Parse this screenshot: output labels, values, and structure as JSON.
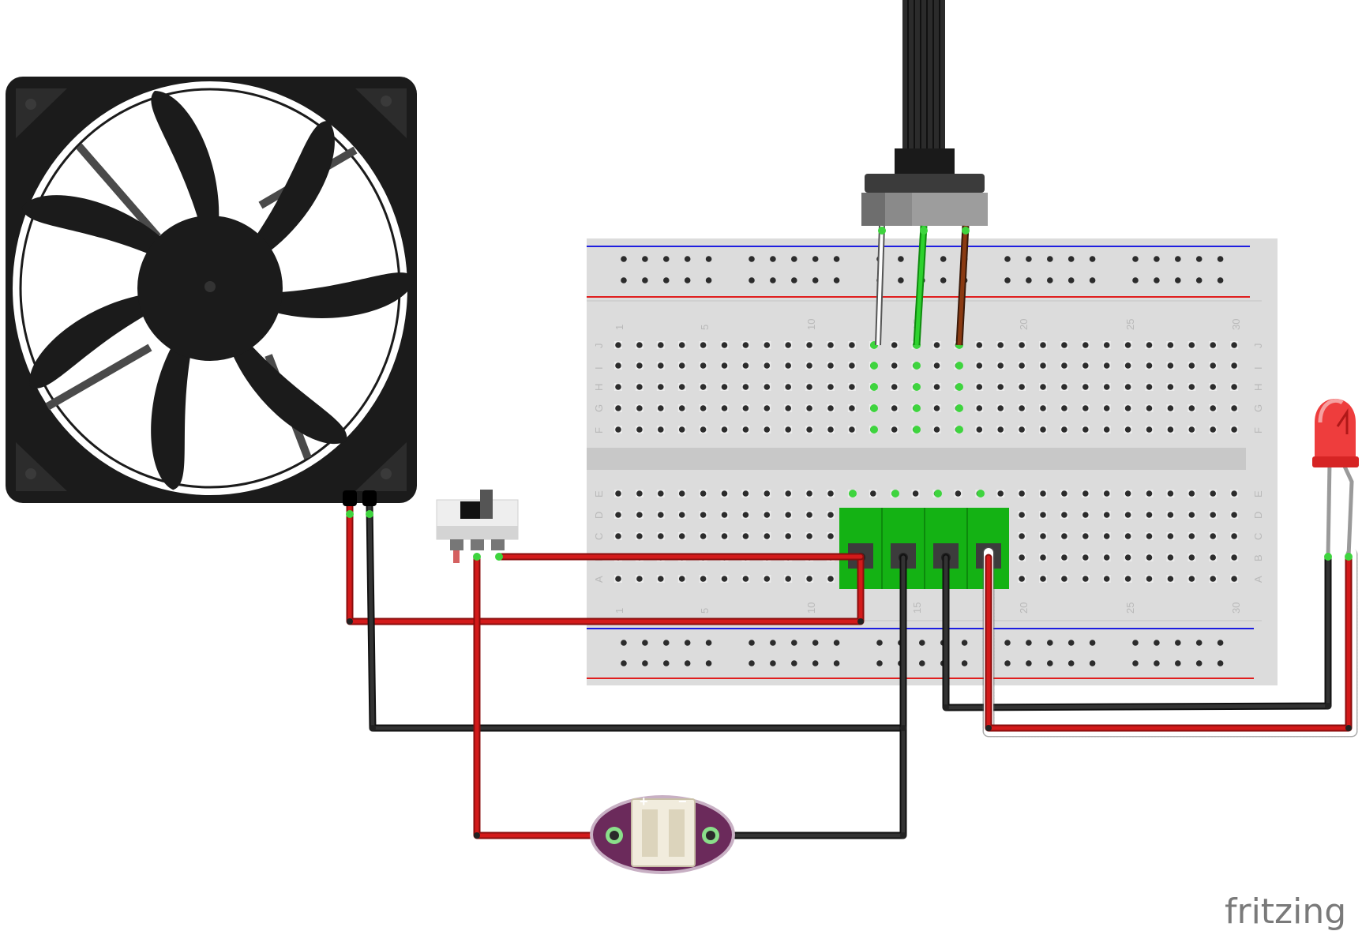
{
  "breadboard": {
    "column_numbers": [
      "1",
      "5",
      "10",
      "15",
      "20",
      "25",
      "30"
    ],
    "row_letters_top": [
      "J",
      "I",
      "H",
      "G",
      "F"
    ],
    "row_letters_bottom": [
      "E",
      "D",
      "C",
      "B",
      "A"
    ]
  },
  "battery": {
    "plus_label": "+",
    "minus_label": "−"
  },
  "brand": "fritzing",
  "colors": {
    "wire_red": "#d31a1a",
    "wire_black": "#2a2a2a",
    "breadboard": "#dcdcdc",
    "terminal_block": "#14b214",
    "led": "#ee3d3d",
    "battery_board": "#6b2a5b",
    "fan": "#1b1b1b",
    "rail_blue": "#1e1ee0",
    "rail_red": "#e01e1e"
  },
  "icons": [
    "fan-icon",
    "potentiometer-icon",
    "slide-switch-icon",
    "led-icon",
    "battery-holder-icon",
    "terminal-block-icon",
    "breadboard-icon"
  ]
}
